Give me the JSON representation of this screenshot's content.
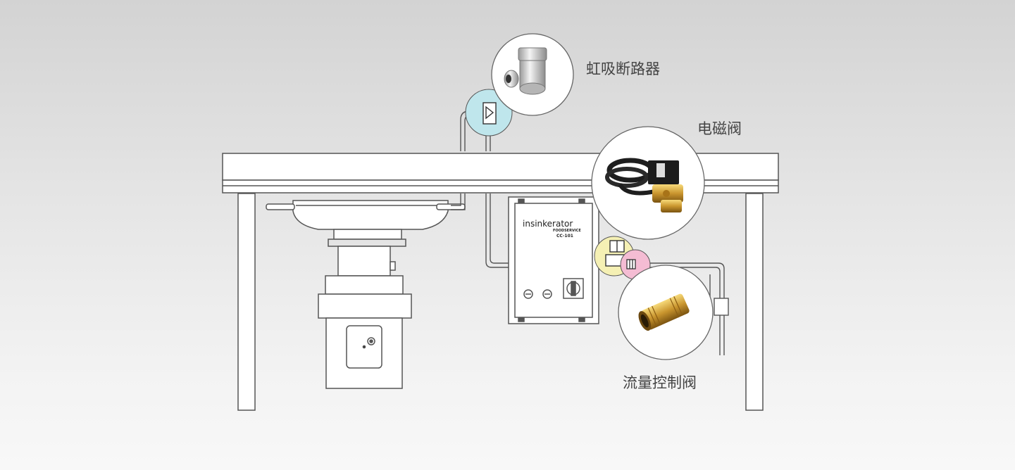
{
  "labels": {
    "siphon_breaker": "虹吸断路器",
    "solenoid_valve": "电磁阀",
    "flow_control_valve": "流量控制阀"
  },
  "control_box": {
    "brand": "insinkerator",
    "sub_brand": "FOODSERVICE",
    "model": "CC-101"
  },
  "colors": {
    "siphon_highlight": "#bfe6ec",
    "solenoid_highlight": "#f5f0b4",
    "flow_highlight": "#f4bcd3",
    "line": "#555555"
  }
}
